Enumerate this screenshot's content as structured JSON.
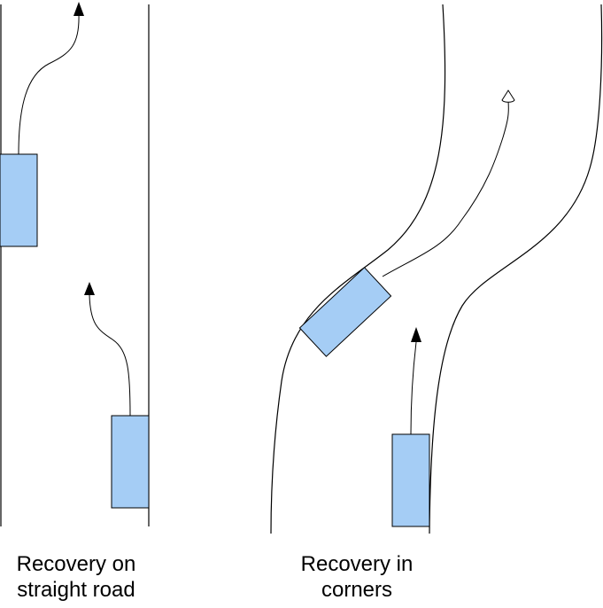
{
  "captions": {
    "straight_line1": "Recovery on",
    "straight_line2": "straight road",
    "corner_line1": "Recovery in",
    "corner_line2": "corners"
  },
  "colors": {
    "car_fill": "#a5cdf5",
    "stroke": "#000000",
    "background": "#ffffff"
  }
}
